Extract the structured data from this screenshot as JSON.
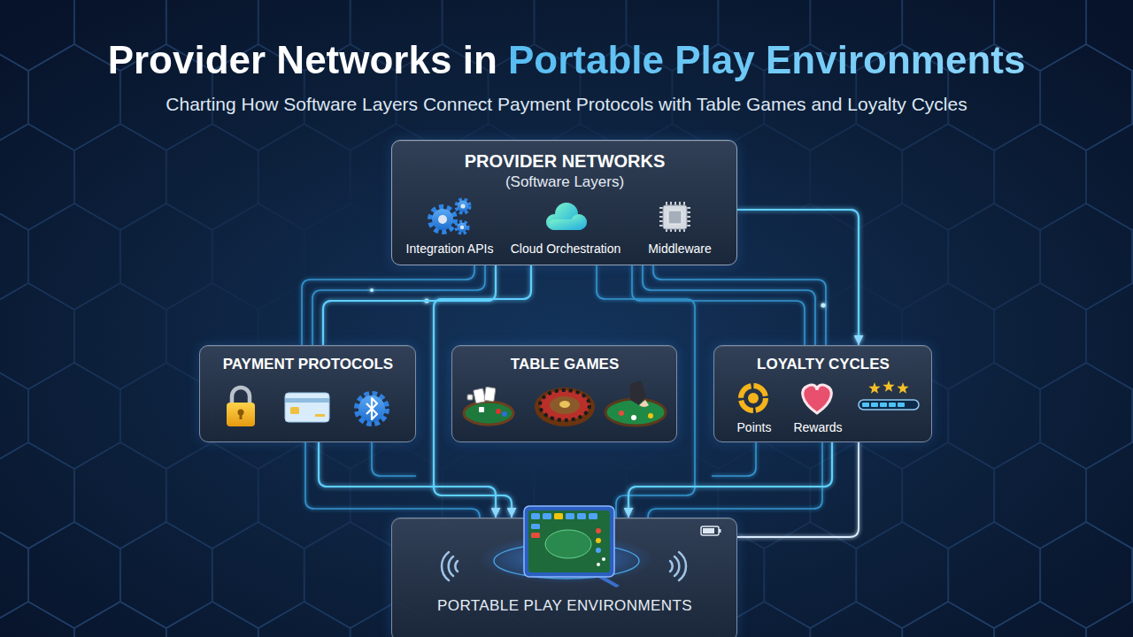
{
  "diagram": {
    "title": "Provider Networks in Portable Play Environments",
    "caption": "Charting How Software Layers Connect Payment Protocols with Table Games and Loyalty Cycles",
    "nodes": [
      {
        "text": [
          "PROVIDER NETWORKS",
          "(Software Layers)",
          "Integration APIs",
          "Cloud Orchestration",
          "Middleware"
        ]
      },
      {
        "text": [
          "PAYMENT PROTOCOLS"
        ]
      },
      {
        "text": [
          "TABLE GAMES"
        ]
      },
      {
        "text": [
          "LOYALTY CYCLES",
          "Points",
          "Rewards"
        ]
      },
      {
        "text": [
          "PORTABLE PLAY ENVIRONMENTS"
        ]
      }
    ],
    "edges": [
      {
        "from": 0,
        "to": 1,
        "arrow": "none"
      },
      {
        "from": 0,
        "to": 2,
        "arrow": "to"
      },
      {
        "from": 0,
        "to": 3,
        "arrow": "to"
      },
      {
        "from": 1,
        "to": 2,
        "arrow": "to"
      },
      {
        "from": 2,
        "to": 3,
        "arrow": "to"
      },
      {
        "from": 1,
        "to": 4,
        "arrow": "to"
      },
      {
        "from": 2,
        "to": 4,
        "arrow": "none"
      },
      {
        "from": 3,
        "to": 4,
        "arrow": "to"
      },
      {
        "from": 0,
        "to": 4,
        "arrow": "to"
      }
    ]
  }
}
